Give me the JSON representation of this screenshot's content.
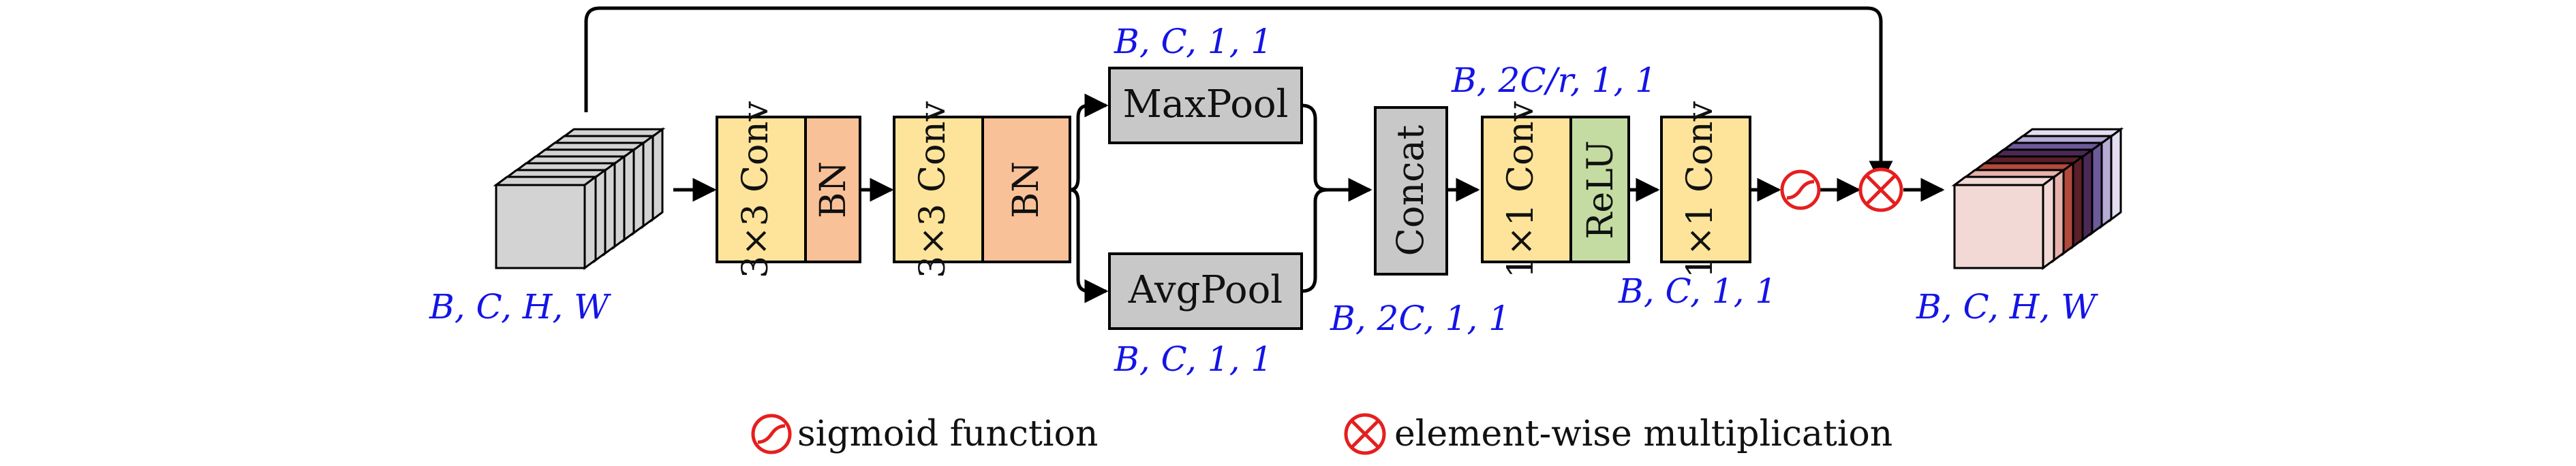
{
  "colors": {
    "conv": "#fde49a",
    "bn": "#f9c197",
    "relu": "#c4dba1",
    "pool": "#c8c8c8",
    "dim_text": "#1414e6",
    "operator": "#e61e1e",
    "output_gradient": [
      "#f2d9d6",
      "#e7b2ab",
      "#b14a3d",
      "#5a1f28",
      "#4a2a55",
      "#6d5a9a",
      "#b6abd5",
      "#e3dff0"
    ]
  },
  "icons": {
    "sigmoid": "sigmoid-icon",
    "multiply": "multiply-icon"
  },
  "input": {
    "dims": "B, C, H, W"
  },
  "output": {
    "dims": "B, C, H, W"
  },
  "block1": {
    "conv_label": "3×3 Conv",
    "bn_label": "BN"
  },
  "block2": {
    "conv_label": "3×3 Conv",
    "bn_label": "BN"
  },
  "maxpool": {
    "label": "MaxPool",
    "dims": "B, C, 1, 1"
  },
  "avgpool": {
    "label": "AvgPool",
    "dims": "B, C, 1, 1"
  },
  "concat": {
    "label": "Concat",
    "dims": "B, 2C, 1, 1"
  },
  "block3": {
    "conv_label": "1×1 Conv",
    "relu_label": "ReLU",
    "dims": "B, 2C/r, 1, 1"
  },
  "block4": {
    "conv_label": "1×1 Conv",
    "dims": "B, C, 1, 1"
  },
  "legend": {
    "sigmoid": "sigmoid function",
    "multiply": "element-wise multiplication"
  }
}
